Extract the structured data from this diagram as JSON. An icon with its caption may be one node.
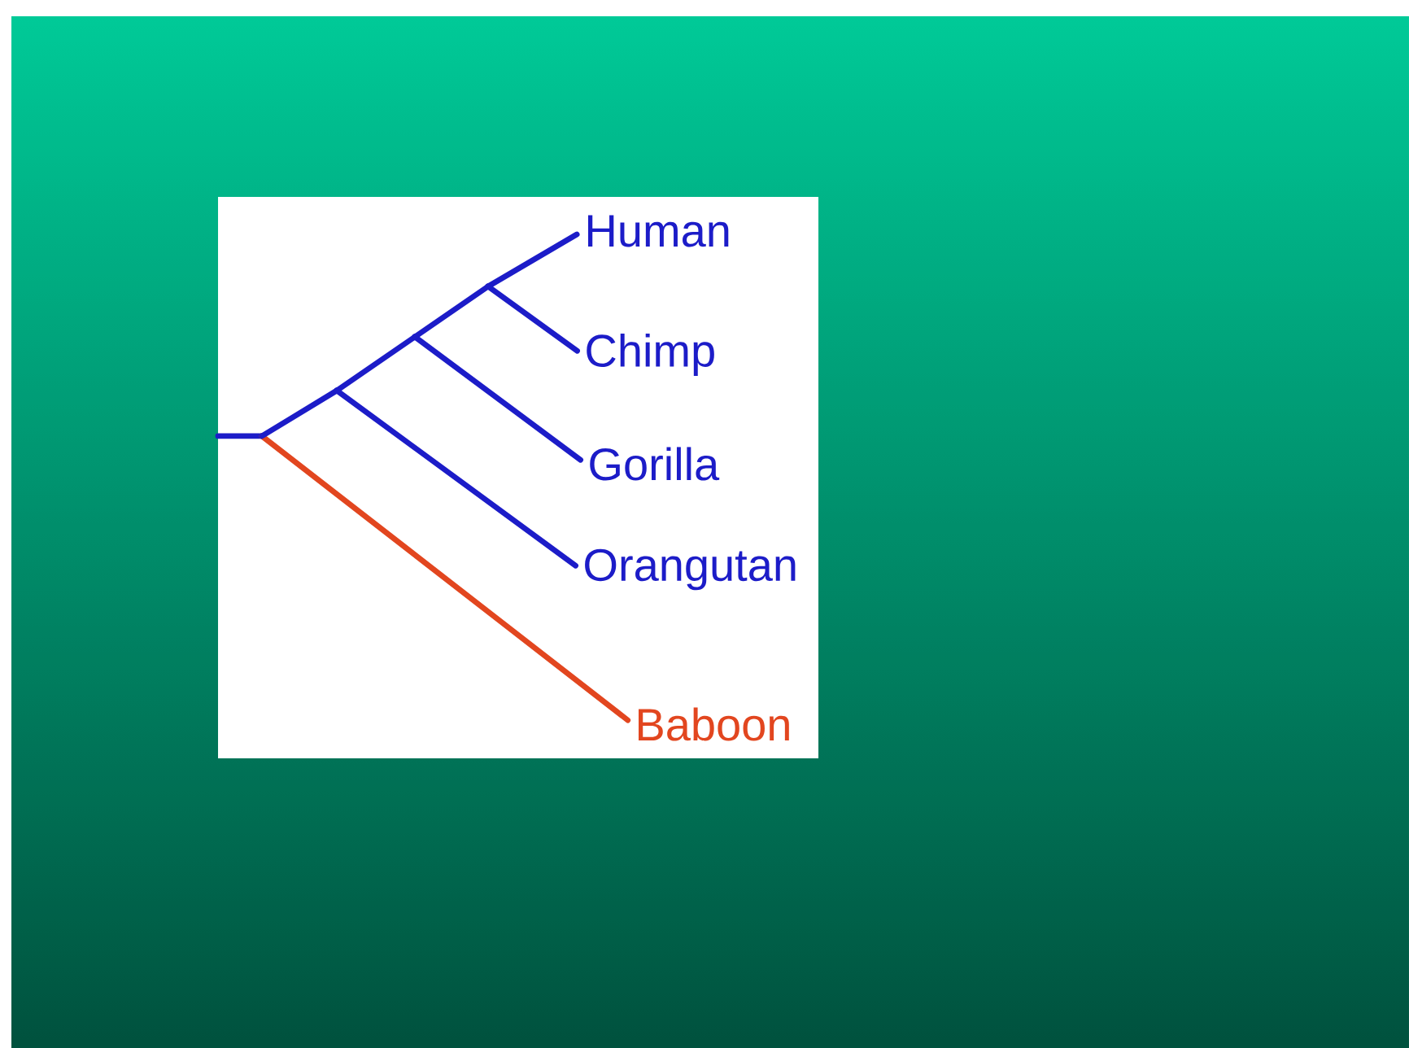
{
  "diagram": {
    "nodes": [
      {
        "text": [],
        "shape": "box"
      },
      {
        "text": [
          "Human"
        ],
        "in": 0
      },
      {
        "text": [
          "Chimp"
        ],
        "in": 0
      },
      {
        "text": [
          "Gorilla"
        ],
        "in": 0
      },
      {
        "text": [
          "Orangutan"
        ],
        "in": 0
      },
      {
        "text": [
          "Baboon"
        ],
        "in": 0
      },
      {
        "text": [],
        "shape": "point",
        "in": 0
      },
      {
        "text": [],
        "shape": "point",
        "in": 0
      },
      {
        "text": [],
        "shape": "point",
        "in": 0
      },
      {
        "text": [],
        "shape": "point",
        "in": 0
      }
    ],
    "edges": [
      {
        "from": null,
        "to": 6,
        "arrow": "none"
      },
      {
        "from": 6,
        "to": 5,
        "arrow": "none",
        "color": "#e2461f"
      },
      {
        "from": 6,
        "to": 7,
        "arrow": "none"
      },
      {
        "from": 7,
        "to": 4,
        "arrow": "none"
      },
      {
        "from": 7,
        "to": 8,
        "arrow": "none"
      },
      {
        "from": 8,
        "to": 3,
        "arrow": "none"
      },
      {
        "from": 8,
        "to": 9,
        "arrow": "none"
      },
      {
        "from": 9,
        "to": 2,
        "arrow": "none"
      },
      {
        "from": 9,
        "to": 1,
        "arrow": "none"
      }
    ]
  }
}
